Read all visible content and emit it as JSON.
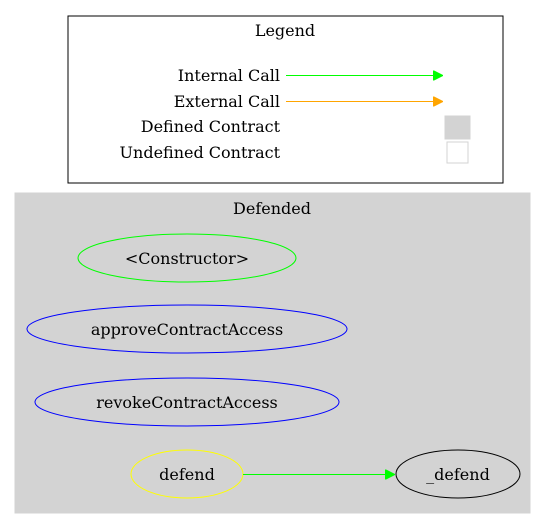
{
  "legend": {
    "title": "Legend",
    "entries": {
      "internal_call": "Internal Call",
      "external_call": "External Call",
      "defined_contract": "Defined Contract",
      "undefined_contract": "Undefined Contract"
    }
  },
  "contract": {
    "name": "Defended",
    "nodes": {
      "constructor": "<Constructor>",
      "approve": "approveContractAccess",
      "revoke": "revokeContractAccess",
      "defend": "defend",
      "internal_defend": "_defend"
    }
  },
  "edges": [
    {
      "from": "defend",
      "to": "_defend",
      "kind": "internal"
    }
  ],
  "colors": {
    "internal_call": "#00ff00",
    "external_call": "#ffa500",
    "defined_contract_fill": "#d3d3d3",
    "undefined_contract_stroke": "#d3d3d3",
    "cluster_fill": "#d3d3d3",
    "constructor_stroke": "#00ff00",
    "public_stroke": "#0000ff",
    "modifier_stroke": "#ffff00",
    "internal_stroke": "#000000"
  }
}
